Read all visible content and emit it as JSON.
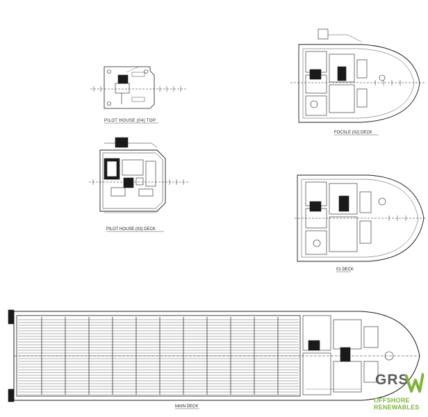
{
  "drawings": {
    "pilot_house_04_top": {
      "caption": "PILOT HOUSE (04) TOP"
    },
    "pilot_house_03_deck": {
      "caption": "PILOT HOUSE (03) DECK"
    },
    "focsle_02_deck": {
      "caption": "FOCSLE (02) DECK"
    },
    "deck_01": {
      "caption": "01 DECK"
    },
    "main_deck": {
      "caption": "MAIN DECK"
    }
  },
  "logo": {
    "mark": "GRS",
    "line1": "OFFSHORE",
    "line2": "RENEWABLES",
    "colors": {
      "text": "#5b5b5b",
      "accent": "#7fb43a"
    }
  },
  "line_color": "#1a1a1a"
}
